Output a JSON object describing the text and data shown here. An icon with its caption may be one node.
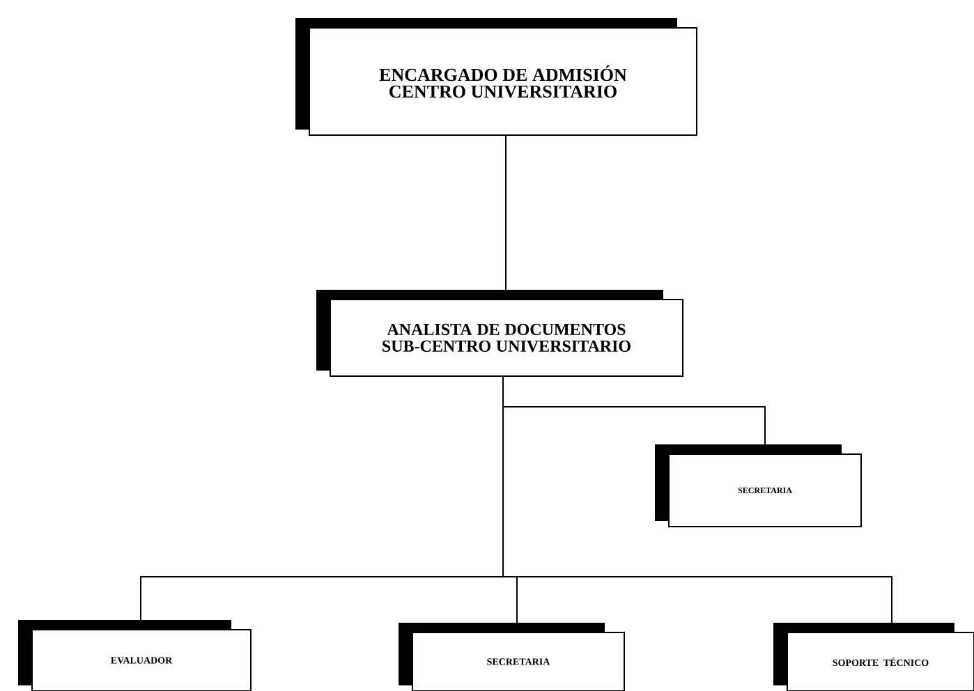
{
  "diagram": {
    "nodes": [
      {
        "text": [
          "ENCARGADO DE ADMISIÓN CENTRO UNIVERSITARIO"
        ]
      },
      {
        "text": [
          "ANALISTA DE DOCUMENTOS SUB-CENTRO UNIVERSITARIO"
        ]
      },
      {
        "text": [
          "SECRETARIA"
        ]
      },
      {
        "text": [
          "EVALUADOR"
        ]
      },
      {
        "text": [
          "SECRETARIA"
        ]
      },
      {
        "text": [
          "SOPORTE TÉCNICO"
        ]
      }
    ],
    "edges": [
      {
        "from": 0,
        "to": 1,
        "arrow": "none"
      },
      {
        "from": 1,
        "to": 2,
        "arrow": "none"
      },
      {
        "from": 1,
        "to": 3,
        "arrow": "none"
      },
      {
        "from": 1,
        "to": 4,
        "arrow": "none"
      },
      {
        "from": 1,
        "to": 5,
        "arrow": "none"
      }
    ]
  }
}
